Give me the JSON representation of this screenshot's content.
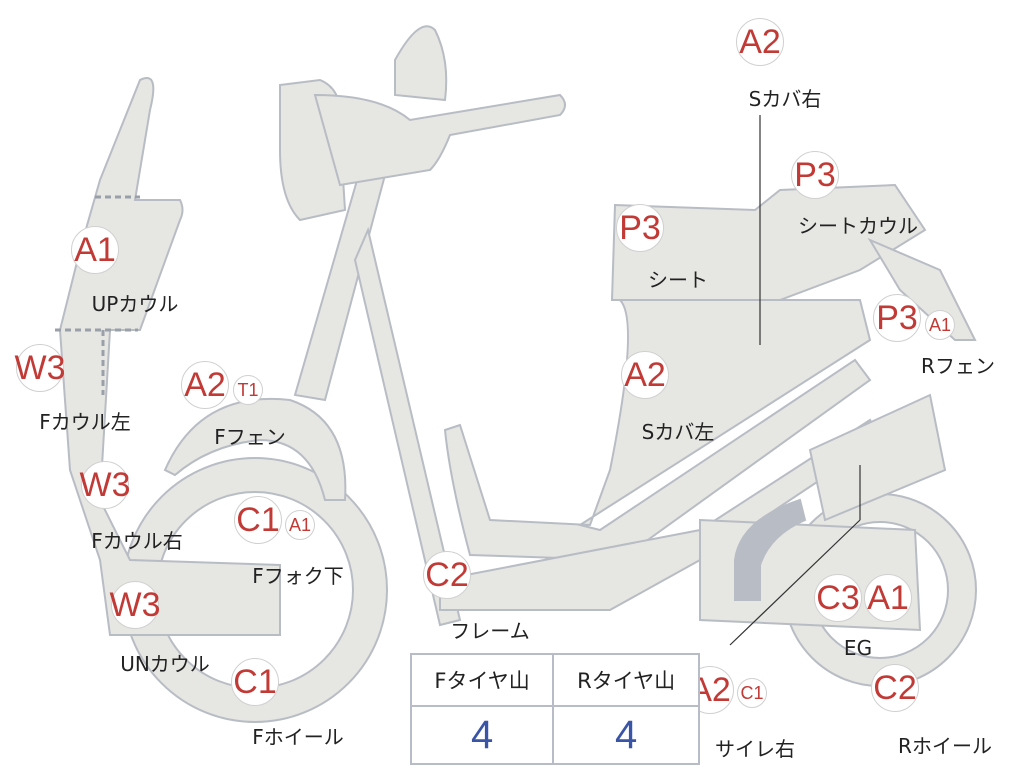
{
  "colors": {
    "badge_text": "#c23a36",
    "value_text": "#3a55a6",
    "part_fill": "#e6e6e2",
    "part_stroke": "#b8bcc4"
  },
  "parts": [
    {
      "id": "s-cover-right",
      "grade": "A2",
      "label": "Sカバ右"
    },
    {
      "id": "seat-cowl",
      "grade": "P3",
      "label": "シートカウル"
    },
    {
      "id": "seat",
      "grade": "P3",
      "label": "シート"
    },
    {
      "id": "up-cowl",
      "grade": "A1",
      "label": "UPカウル"
    },
    {
      "id": "f-cowl-left",
      "grade": "W3",
      "label": "Fカウル左"
    },
    {
      "id": "f-fender",
      "grade": "A2",
      "sub": "T1",
      "label": "Fフェン"
    },
    {
      "id": "r-fender",
      "grade": "P3",
      "sub": "A1",
      "label": "Rフェン"
    },
    {
      "id": "s-cover-left",
      "grade": "A2",
      "label": "Sカバ左"
    },
    {
      "id": "f-cowl-right",
      "grade": "W3",
      "label": "Fカウル右"
    },
    {
      "id": "f-fork-lower",
      "grade": "C1",
      "sub": "A1",
      "label": "Fフォク下"
    },
    {
      "id": "frame",
      "grade": "C2",
      "label": "フレーム"
    },
    {
      "id": "un-cowl",
      "grade": "W3",
      "label": "UNカウル"
    },
    {
      "id": "f-wheel",
      "grade": "C1",
      "label": "Fホイール"
    },
    {
      "id": "muffler-right",
      "grade": "A2",
      "sub": "C1",
      "label": "サイレ右"
    },
    {
      "id": "engine",
      "grade": "C3",
      "grade2": "A1",
      "label": "EG"
    },
    {
      "id": "r-wheel",
      "grade": "C2",
      "label": "Rホイール"
    }
  ],
  "tires": {
    "front_label": "Fタイヤ山",
    "rear_label": "Rタイヤ山",
    "front_value": "4",
    "rear_value": "4"
  }
}
